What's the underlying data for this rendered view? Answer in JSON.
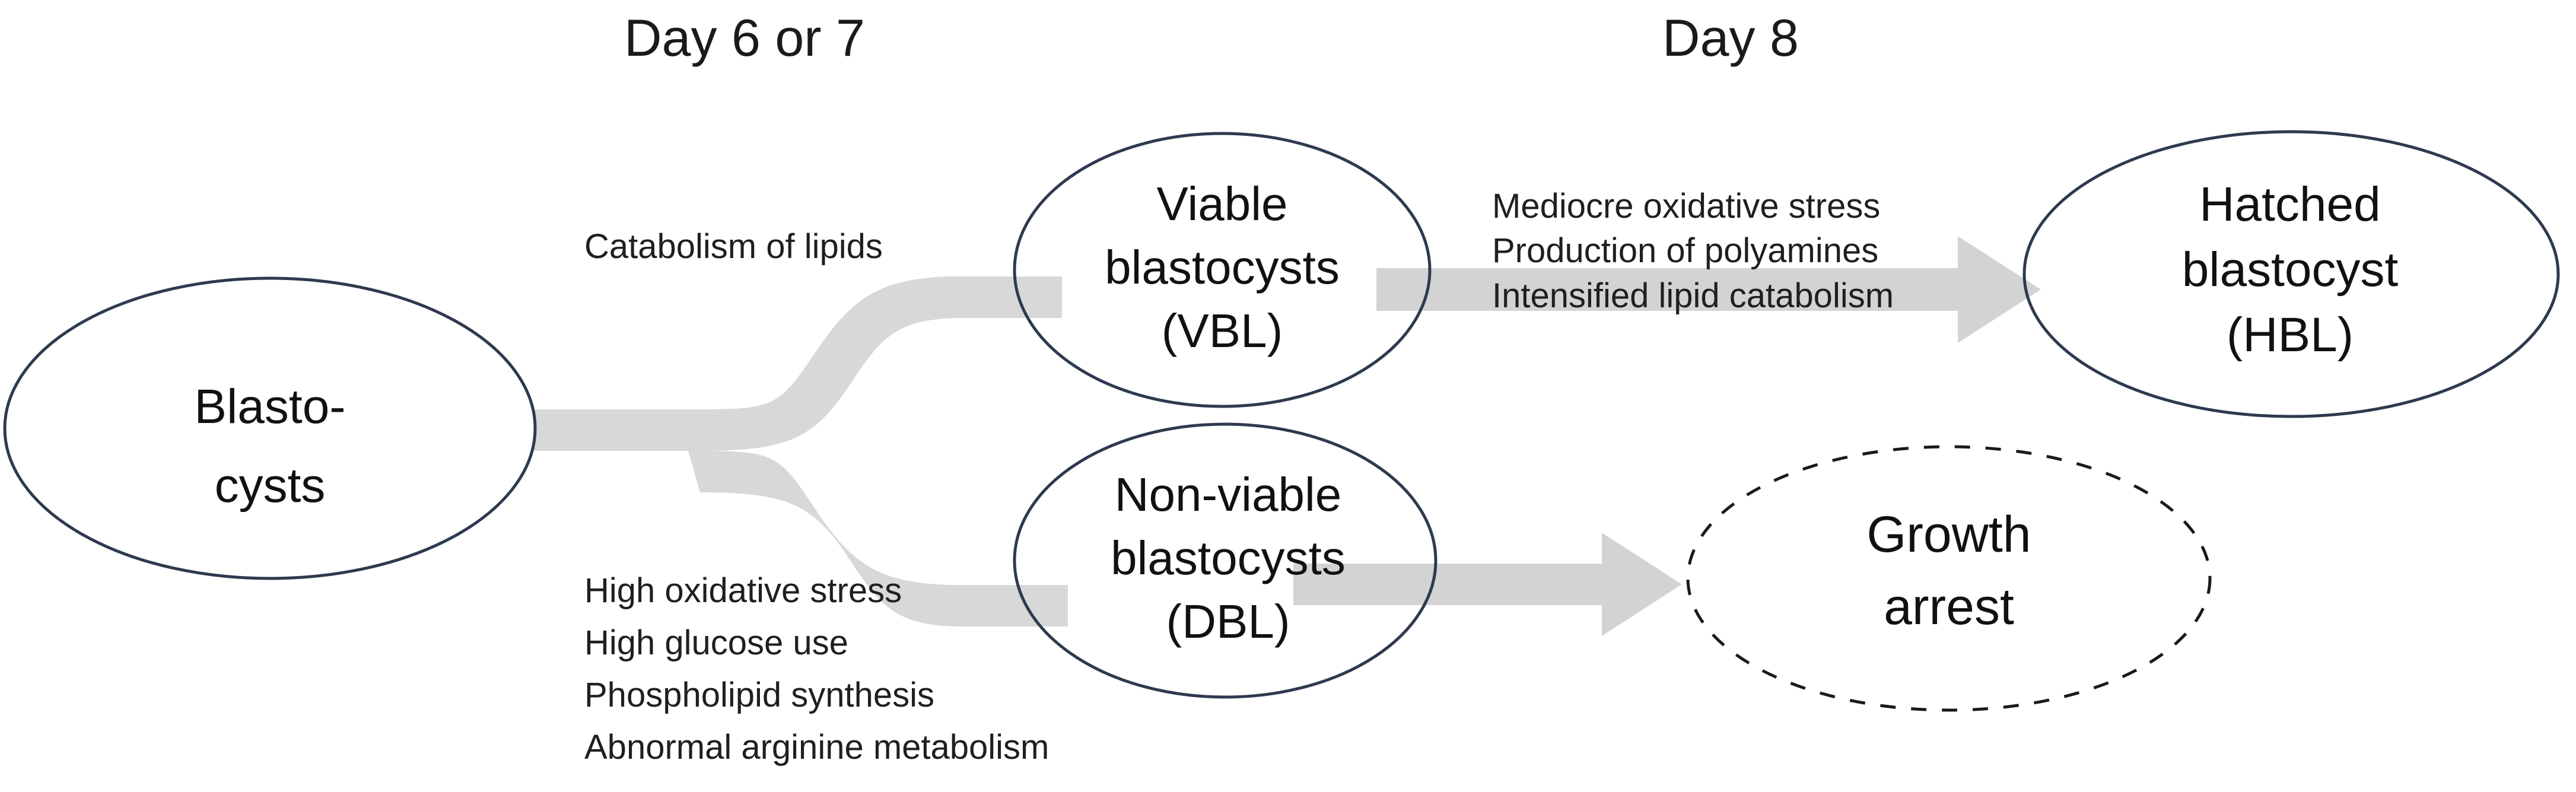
{
  "diagram": {
    "title": "Blastocyst fate pathway",
    "background_color": "#ffffff",
    "node_outline_color": "#2e3a4e",
    "arrow_color": "#d3d3d3",
    "text_color": "#1a1a1a"
  },
  "headers": [
    {
      "id": "day-6-or-7",
      "label": "Day 6 or 7"
    },
    {
      "id": "day-8",
      "label": "Day 8"
    }
  ],
  "nodes": {
    "blastocysts": {
      "id": "blastocysts",
      "shape": "ellipse",
      "border_style": "solid",
      "lines": [
        "Blasto-",
        "cysts"
      ]
    },
    "viable_blastocysts": {
      "id": "viable-blastocysts",
      "shape": "ellipse",
      "border_style": "solid",
      "lines": [
        "Viable",
        "blastocysts",
        "(VBL)"
      ]
    },
    "non_viable_blastocysts": {
      "id": "non-viable-blastocysts",
      "shape": "ellipse",
      "border_style": "solid",
      "lines": [
        "Non-viable",
        "blastocysts",
        "(DBL)"
      ]
    },
    "hatched_blastocyst": {
      "id": "hatched-blastocyst",
      "shape": "ellipse",
      "border_style": "solid",
      "lines": [
        "Hatched",
        "blastocyst",
        "(HBL)"
      ]
    },
    "growth_arrest": {
      "id": "growth-arrest",
      "shape": "ellipse",
      "border_style": "dashed",
      "lines": [
        "Growth",
        "arrest"
      ]
    }
  },
  "edges": {
    "blastocysts_to_viable": {
      "from": "blastocysts",
      "to": "viable_blastocysts",
      "annotation_lines": [
        "Catabolism of lipids"
      ]
    },
    "blastocysts_to_non_viable": {
      "from": "blastocysts",
      "to": "non_viable_blastocysts",
      "annotation_lines": [
        "High oxidative stress",
        "High glucose use",
        "Phospholipid synthesis",
        "Abnormal  arginine metabolism"
      ]
    },
    "viable_to_hatched": {
      "from": "viable_blastocysts",
      "to": "hatched_blastocyst",
      "annotation_lines": [
        "Mediocre oxidative stress",
        "Production  of polyamines",
        "Intensified lipid catabolism"
      ]
    },
    "non_viable_to_growth_arrest": {
      "from": "non_viable_blastocysts",
      "to": "growth_arrest",
      "annotation_lines": []
    }
  }
}
